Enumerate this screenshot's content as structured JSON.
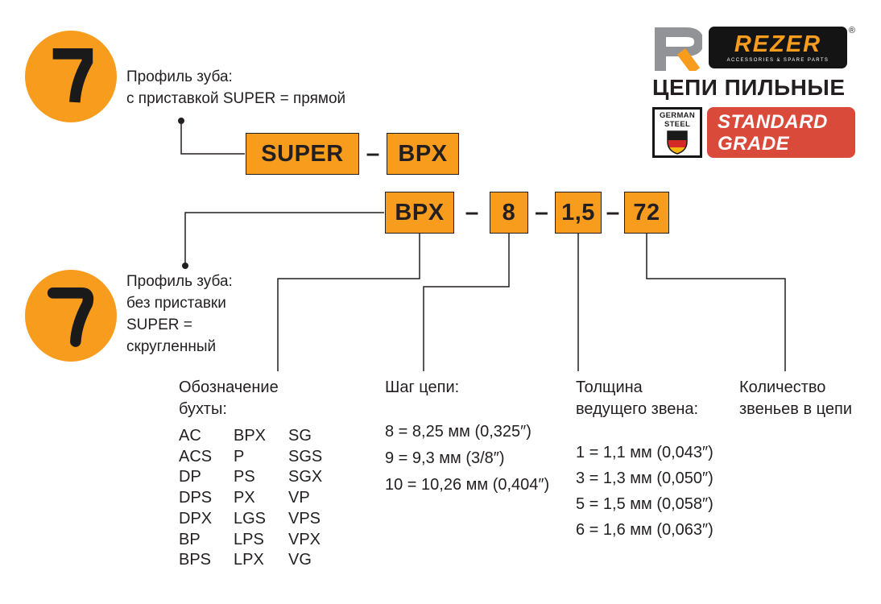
{
  "colors": {
    "orange": "#F89C1E",
    "ink": "#231F20",
    "badge_red": "#DA4A3B",
    "logo_gray": "#919396",
    "flag_black": "#1A1A1A",
    "flag_red": "#D22B27",
    "flag_gold": "#F6B40E"
  },
  "header": {
    "brand": "REZER",
    "registered_mark": "®",
    "brand_tagline": "ACCESSORIES & SPARE PARTS",
    "product_title": "ЦЕПИ ПИЛЬНЫЕ",
    "german_steel_badge": {
      "line1": "GERMAN",
      "line2": "STEEL"
    },
    "grade_badge": {
      "line1": "STANDARD",
      "line2": "GRADE"
    }
  },
  "callout_top": {
    "line1": "Профиль зуба:",
    "line2": "с приставкой SUPER = прямой"
  },
  "callout_bottom": {
    "line1": "Профиль зуба:",
    "line2": "без приставки",
    "line3": "SUPER =",
    "line4": "скругленный"
  },
  "marking_row1": {
    "box1": "SUPER",
    "box2": "BPX",
    "dash": "–"
  },
  "marking_row2": {
    "box1": "BPX",
    "box2": "8",
    "box3": "1,5",
    "box4": "72",
    "dash": "–"
  },
  "legend": {
    "designation": {
      "header_line1": "Обозначение",
      "header_line2": "бухты:",
      "codes": [
        [
          "AC",
          "BPX",
          "SG"
        ],
        [
          "ACS",
          "P",
          "SGS"
        ],
        [
          "DP",
          "PS",
          "SGX"
        ],
        [
          "DPS",
          "PX",
          "VP"
        ],
        [
          "DPX",
          "LGS",
          "VPS"
        ],
        [
          "BP",
          "LPS",
          "VPX"
        ],
        [
          "BPS",
          "LPX",
          "VG"
        ]
      ]
    },
    "pitch": {
      "header": "Шаг цепи:",
      "items": [
        "8 = 8,25 мм (0,325″)",
        "9 = 9,3 мм (3/8″)",
        "10 = 10,26 мм (0,404″)"
      ]
    },
    "gauge": {
      "header_line1": "Толщина",
      "header_line2": "ведущего звена:",
      "items": [
        "1 = 1,1 мм (0,043″)",
        "3 = 1,3 мм (0,050″)",
        "5 = 1,5 мм (0,058″)",
        "6 = 1,6 мм (0,063″)"
      ]
    },
    "links": {
      "header_line1": "Количество",
      "header_line2": "звеньев в цепи"
    }
  },
  "icons": {
    "tooth_straight": "straight-tooth-profile",
    "tooth_rounded": "rounded-tooth-profile",
    "german_shield": "german-flag-shield",
    "rezer_monogram": "rezer-r-monogram"
  }
}
